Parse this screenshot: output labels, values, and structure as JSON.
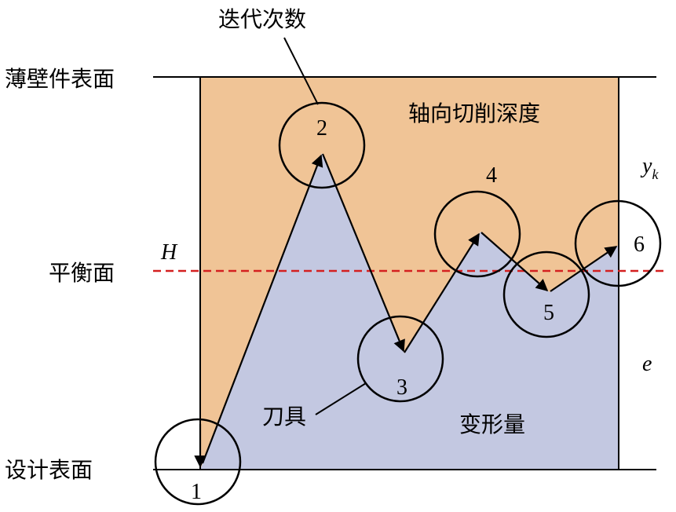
{
  "labels": {
    "iteration_count": "迭代次数",
    "thin_wall_surface": "薄壁件表面",
    "axial_cut_depth": "轴向切削深度",
    "balance_plane": "平衡面",
    "design_surface": "设计表面",
    "tool": "刀具",
    "deformation": "变形量",
    "H": "H",
    "y": "y",
    "k": "k",
    "e": "e"
  },
  "points": [
    {
      "id": "1"
    },
    {
      "id": "2"
    },
    {
      "id": "3"
    },
    {
      "id": "4"
    },
    {
      "id": "5"
    },
    {
      "id": "6"
    }
  ],
  "colors": {
    "axial_region": "#F0C496",
    "deformation_region": "#C3C8E1",
    "balance_line": "#D42020",
    "stroke": "#000000"
  }
}
